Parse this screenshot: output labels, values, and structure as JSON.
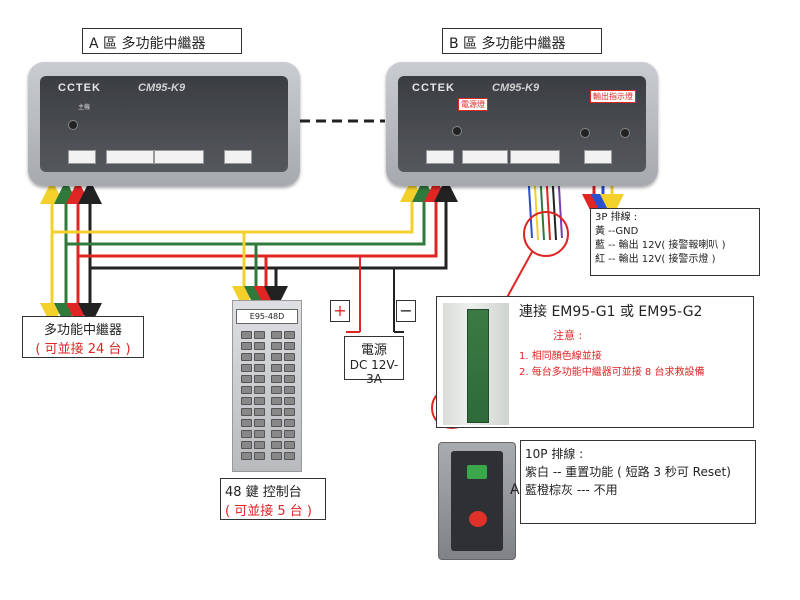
{
  "repeater_a": {
    "title": "A 區 多功能中繼器",
    "brand": "CCTEK",
    "model": "CM95-K9",
    "label_main": "主機"
  },
  "repeater_b": {
    "title": "B 區 多功能中繼器",
    "brand": "CCTEK",
    "model": "CM95-K9",
    "callout_power": "電源燈",
    "callout_out": "輸出指示燈"
  },
  "bus_note": {
    "line1": "多功能中繼器",
    "line2": "( 可並接 24 台 )"
  },
  "console": {
    "model": "E95-48D",
    "line1": "48 鍵 控制台",
    "line2": "( 可並接 5 台 )"
  },
  "power": {
    "plus": "+",
    "minus": "−",
    "line1": "電源",
    "line2": "DC 12V-3A"
  },
  "cable_3p": {
    "title": "3P 排線 :",
    "items": [
      "黃 --GND",
      "藍 -- 輸出 12V( 接警報喇叭 )",
      "紅 -- 輸出 12V( 接警示燈 )"
    ]
  },
  "connect": {
    "title": "連接 EM95-G1 或 EM95-G2",
    "note_title": "注意 :",
    "notes": [
      "1. 相同顏色線並接",
      "2. 每台多功能中繼器可並接 8 台求救設備"
    ]
  },
  "cable_10p": {
    "title": "10P 排線 :",
    "line1": "紫白 -- 重置功能 ( 短路 3 秒可 Reset)",
    "line2": "藍橙棕灰 --- 不用",
    "side_label": "A"
  },
  "colors": {
    "yellow": "#f3d12a",
    "green": "#2f7a3a",
    "red": "#e02525",
    "black": "#222222",
    "blue": "#2a4fd1",
    "purple": "#7a3fb0",
    "orange": "#f08a24"
  }
}
